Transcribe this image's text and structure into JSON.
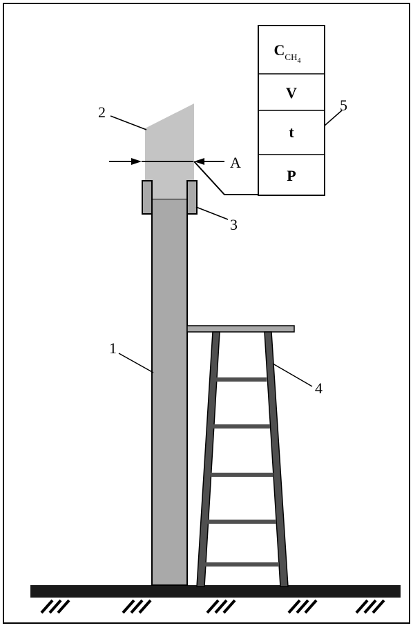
{
  "figure": {
    "labels": {
      "pipe": "1",
      "nozzle": "2",
      "clamp": "3",
      "ladder": "4",
      "meter": "5",
      "section": "A"
    },
    "meter_cells": {
      "concentration": "C",
      "concentration_sub": "CH",
      "concentration_sub2": "4",
      "velocity": "V",
      "temperature": "t",
      "pressure": "P"
    },
    "colors": {
      "pipe": "#a9a9a9",
      "nozzle": "#c4c4c4",
      "clamp": "#a9a9a9",
      "ladder": "#4f4f4f",
      "ladder_top": "#a9a9a9",
      "ground": "#1a1a1a"
    }
  }
}
